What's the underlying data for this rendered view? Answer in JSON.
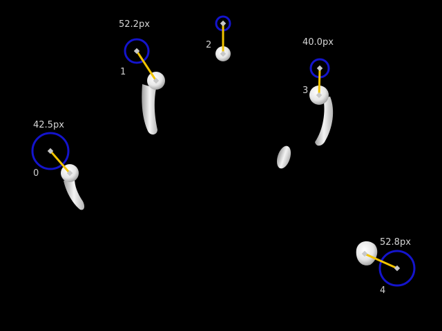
{
  "scene": {
    "background_color": "#000000",
    "ring_color": "#1414cc",
    "line_color": "#f2c400",
    "marker_color": "#c8c8c8",
    "blob_color": "#e9e9e9"
  },
  "markers": [
    {
      "index": "0",
      "distance": "42.5px"
    },
    {
      "index": "1",
      "distance": "52.2px"
    },
    {
      "index": "2",
      "distance": ""
    },
    {
      "index": "3",
      "distance": "40.0px"
    },
    {
      "index": "4",
      "distance": "52.8px"
    }
  ]
}
